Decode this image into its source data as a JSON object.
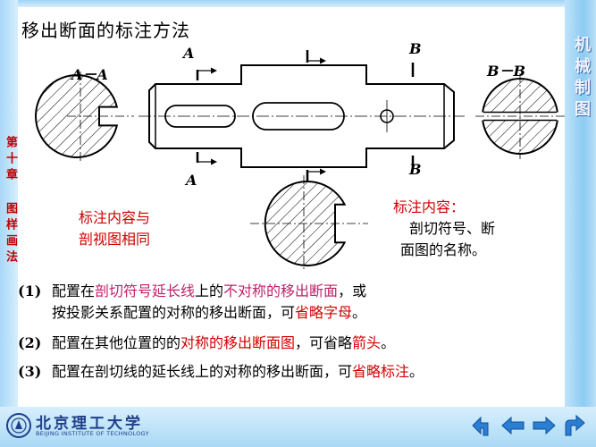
{
  "slide": {
    "title": "移出断面的标注方法",
    "chapter_vertical": "第十章 图样画法",
    "course_vertical": "机械制图"
  },
  "drawing_labels": {
    "section_a_caption": "A－A",
    "section_b_caption": "B－B",
    "cut_a_top": "A",
    "cut_a_bottom": "A",
    "cut_b_top": "B",
    "cut_b_bottom": "B"
  },
  "notes": {
    "left_note_line1": "标注内容与",
    "left_note_line2": "剖视图相同",
    "right_note_heading": "标注内容：",
    "right_note_line1": "剖切符号、断",
    "right_note_line2": "面图的名称。"
  },
  "rules": [
    {
      "number": "(1)",
      "segments": [
        {
          "text": "配置在",
          "color": "black"
        },
        {
          "text": "剖切符号延长线",
          "color": "pink"
        },
        {
          "text": "上的",
          "color": "black"
        },
        {
          "text": "不对称的移出断面",
          "color": "pink"
        },
        {
          "text": "，或",
          "color": "black"
        }
      ],
      "line2_segments": [
        {
          "text": "按投影关系配置的对称的移出断面，可",
          "color": "black"
        },
        {
          "text": "省略字母",
          "color": "red"
        },
        {
          "text": "。",
          "color": "black"
        }
      ]
    },
    {
      "number": "(2)",
      "segments": [
        {
          "text": "配置在其他位置的的",
          "color": "black"
        },
        {
          "text": "对称的移出断面图",
          "color": "red"
        },
        {
          "text": "，可省略",
          "color": "black"
        },
        {
          "text": "箭头",
          "color": "red"
        },
        {
          "text": "。",
          "color": "black"
        }
      ]
    },
    {
      "number": "(3)",
      "segments": [
        {
          "text": "配置在剖切线的延长线上的对称的移出断面，可",
          "color": "black"
        },
        {
          "text": "省略标注",
          "color": "red"
        },
        {
          "text": "。",
          "color": "black"
        }
      ]
    }
  ],
  "logo": {
    "chinese": "北京理工大学",
    "english": "BEIJING INSTITUTE OF TECHNOLOGY"
  },
  "navigation": [
    {
      "name": "home-button",
      "icon": "return-arrow-icon"
    },
    {
      "name": "prev-button",
      "icon": "left-arrow-icon"
    },
    {
      "name": "next-button",
      "icon": "right-arrow-icon"
    },
    {
      "name": "end-button",
      "icon": "turn-arrow-icon"
    }
  ],
  "colors": {
    "red_text": "#d00000",
    "pink_text": "#c0206a",
    "frame_blue": "#8ccbf2",
    "nav_blue": "#2a7fd4"
  }
}
